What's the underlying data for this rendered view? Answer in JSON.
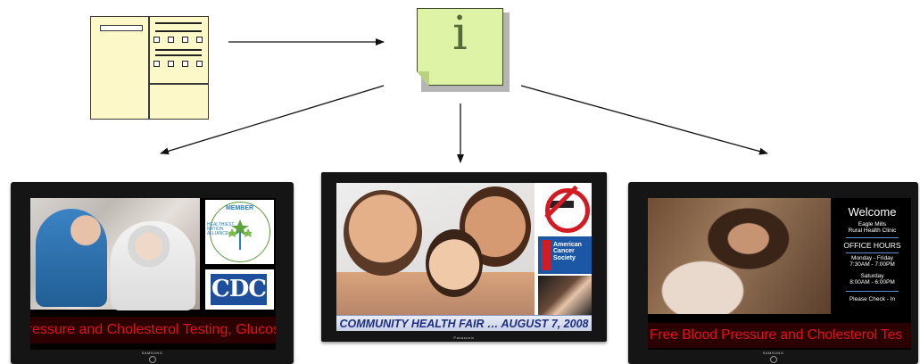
{
  "info_icon": {
    "glyph": "i"
  },
  "tv1": {
    "badge_top": "MEMBER",
    "badge_arc": "HEALTHIEST NATION ALLIANCE",
    "cdc_logo": "CDC",
    "ticker": "Pressure and Cholesterol Testing, Glucose",
    "brand": "SAMSUNG"
  },
  "tv2": {
    "acs_logo": "American Cancer Society",
    "banner": "COMMUNITY HEALTH FAIR … AUGUST 7, 2008",
    "brand": "Panasonic"
  },
  "tv3": {
    "welcome": "Welcome",
    "clinic_line1": "Eagle Mills",
    "clinic_line2": "Rural Health Clinic",
    "office_hours": "OFFICE HOURS",
    "weekday_label": "Monday - Friday",
    "weekday_hours": "7:30AM - 7:00PM",
    "saturday_label": "Saturday",
    "saturday_hours": "8:00AM - 6:00PM",
    "checkin": "Please Check - In",
    "ticker": "Free Blood Pressure and Cholesterol Tes",
    "brand": "SAMSUNG"
  },
  "colors": {
    "form_fill": "#fdf8c8",
    "info_fill": "#dff3a6",
    "ticker_text": "#e4111d",
    "banner_text": "#1c2d83"
  }
}
